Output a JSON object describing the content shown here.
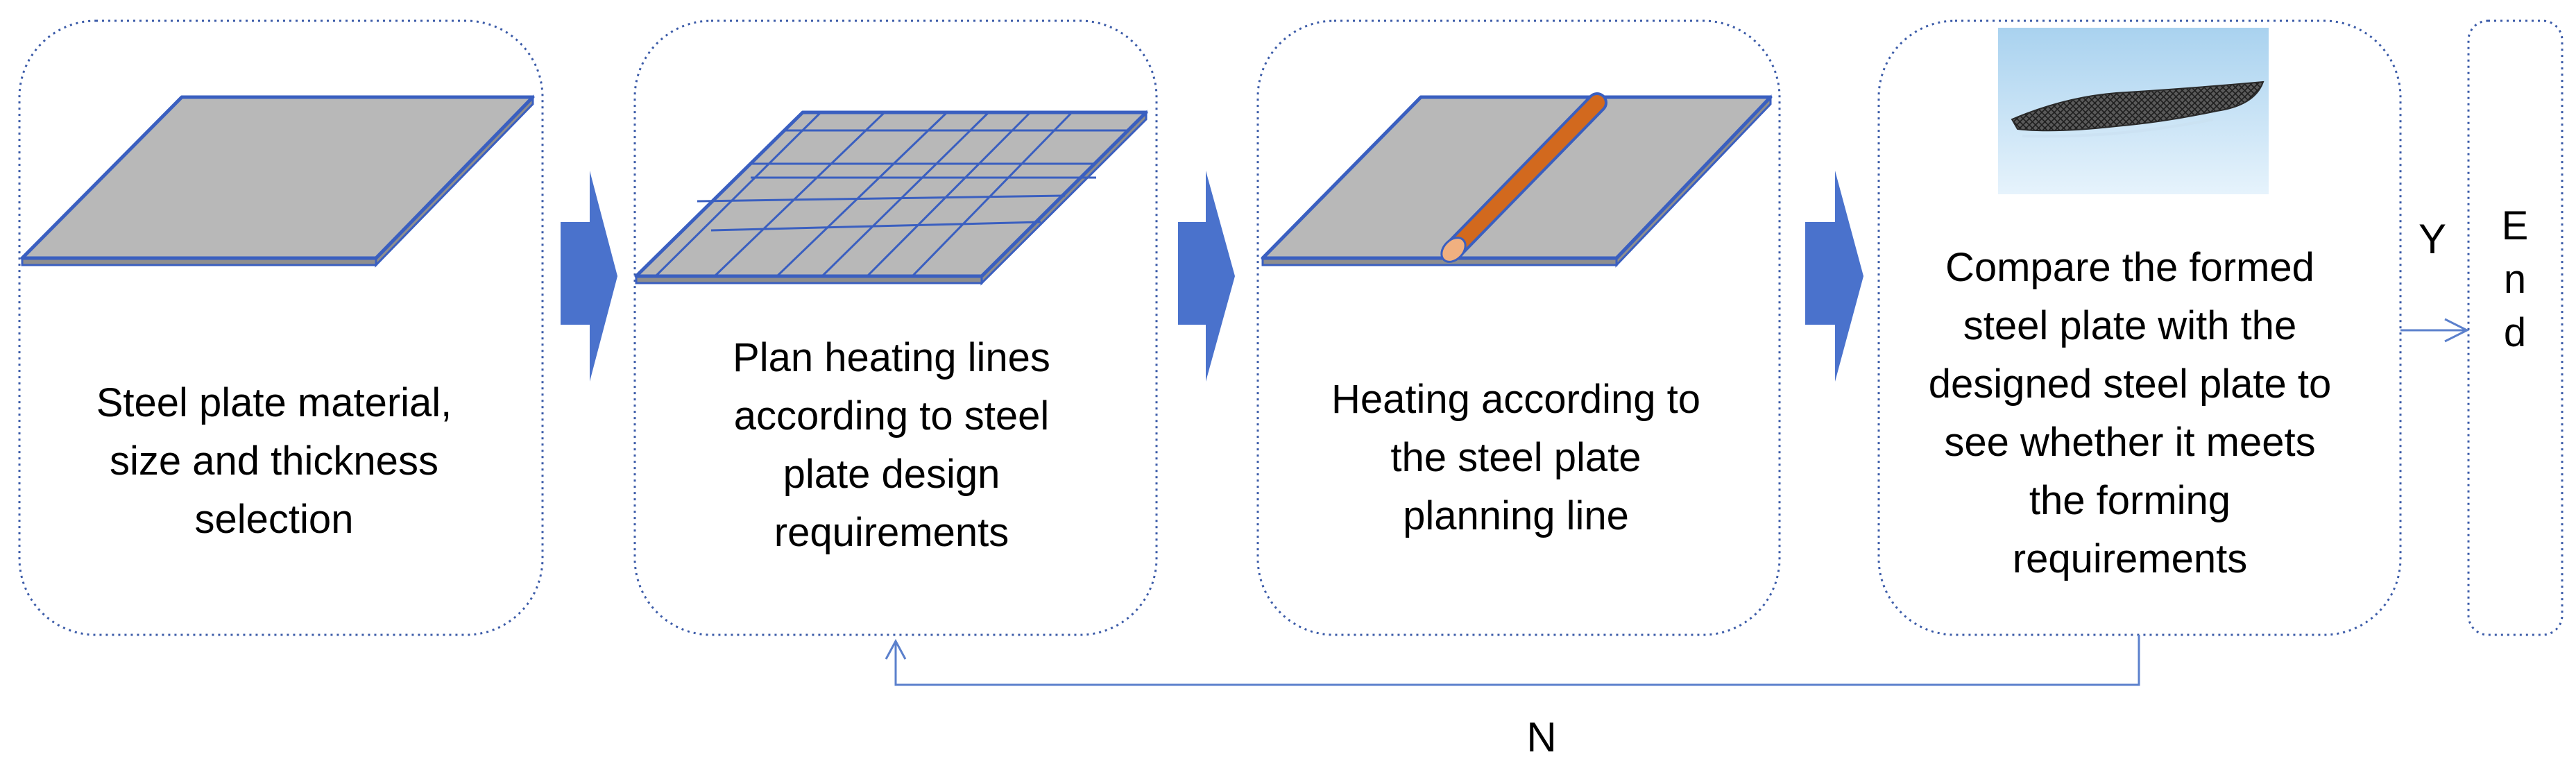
{
  "steps": [
    {
      "id": "step-1",
      "lines": [
        "Steel plate material,",
        "size and thickness",
        "selection"
      ]
    },
    {
      "id": "step-2",
      "lines": [
        "Plan heating lines",
        "according to steel",
        "plate design",
        "requirements"
      ]
    },
    {
      "id": "step-3",
      "lines": [
        "Heating according to",
        "the steel plate",
        "planning line"
      ]
    },
    {
      "id": "step-4",
      "lines": [
        "Compare the formed",
        "steel plate with the",
        "designed steel plate to",
        "see whether it meets",
        "the forming",
        "requirements"
      ]
    }
  ],
  "end_box": {
    "letters": [
      "E",
      "n",
      "d"
    ]
  },
  "decision": {
    "yes_label": "Y",
    "no_label": "N"
  },
  "colors": {
    "box_border": "#3b5ba8",
    "plate_fill": "#b8b8b8",
    "plate_edge": "#3a5fc0",
    "grid_line": "#3a5fc0",
    "heating_rod": "#d2691e",
    "flow_arrow": "#4a72cc",
    "connector": "#5b80cc"
  }
}
